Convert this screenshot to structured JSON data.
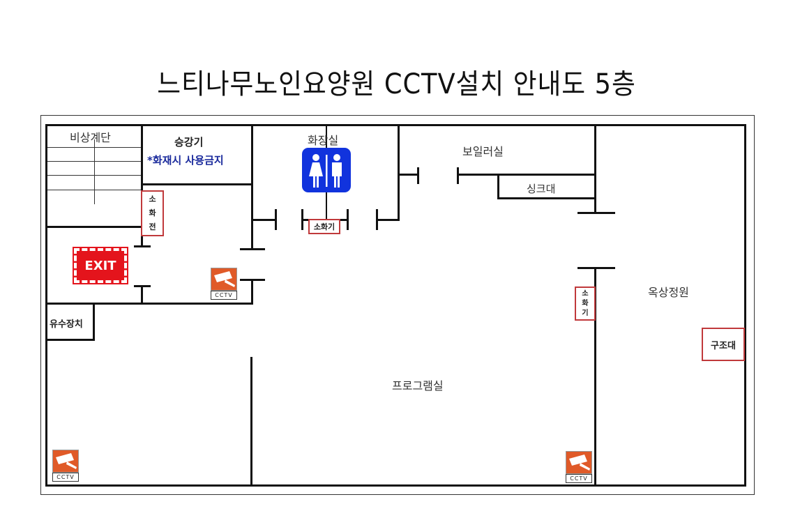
{
  "title": "느티나무노인요양원 CCTV설치 안내도 5층",
  "rooms": {
    "emergency_stairs": "비상계단",
    "elevator": "승강기",
    "elevator_warning": "*화재시 사용금지",
    "restroom": "화장실",
    "boiler_room": "보일러실",
    "sink": "싱크대",
    "rooftop_garden": "옥상정원",
    "program_room": "프로그램실",
    "drainage": "유수장치"
  },
  "safety": {
    "fire_hydrant": [
      "소",
      "화",
      "전"
    ],
    "extinguisher_restroom": "소화기",
    "extinguisher_garden": [
      "소",
      "화",
      "기"
    ],
    "rescue": "구조대",
    "exit": "EXIT"
  },
  "cctv": {
    "label": "CCTV",
    "color": "#e05a28",
    "count": 3
  },
  "colors": {
    "wall": "#111111",
    "marker_border": "#c0393b",
    "restroom_sign": "#1133dd",
    "exit_sign": "#e4141c"
  }
}
